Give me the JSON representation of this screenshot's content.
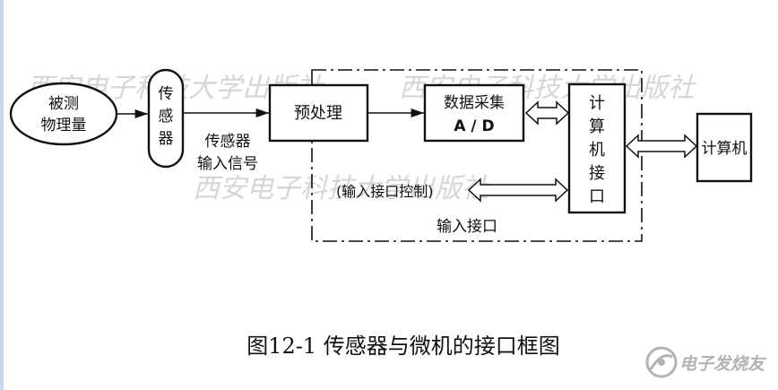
{
  "watermark": {
    "line1": "西安电子科技大学出版社",
    "line2": "西安电子科技大学出版社",
    "line3": "西安电子科技大学出版社"
  },
  "nodes": {
    "measured_quantity": [
      "被测",
      "物理量"
    ],
    "sensor": [
      "传",
      "感",
      "器"
    ],
    "preprocess": "预处理",
    "data_acquisition": [
      "数据采集",
      "A / D"
    ],
    "computer_interface": [
      "计",
      "算",
      "机",
      "接",
      "口"
    ],
    "computer": "计算机"
  },
  "labels": {
    "sensor_signal": [
      "传感器",
      "输入信号"
    ],
    "interface_control": "(输入接口控制)",
    "input_interface": "输入接口"
  },
  "caption": "图12-1 传感器与微机的接口框图",
  "logo": {
    "text": "电子发烧友",
    "icon": "logo-mark-icon"
  }
}
